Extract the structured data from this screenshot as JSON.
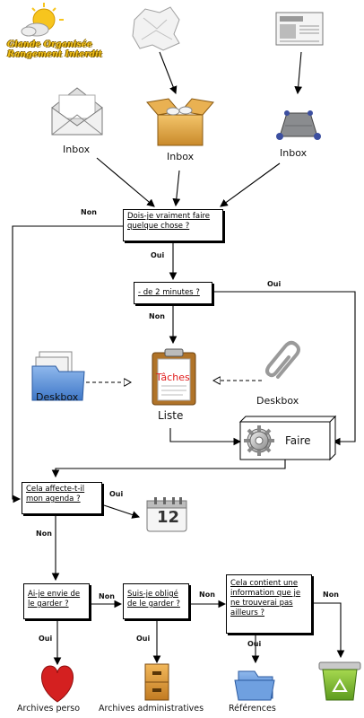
{
  "logo": {
    "line1": "Glande Organisée",
    "line2": "Rangement Interdit"
  },
  "sources": [
    {
      "label": "Inbox",
      "icon": "open-envelope-icon"
    },
    {
      "label": "Inbox",
      "icon": "open-box-icon"
    },
    {
      "label": "Inbox",
      "icon": "inbox-tray-icon"
    }
  ],
  "decisions": {
    "really_do": "Dois-je vraiment faire quelque chose ?",
    "two_minutes": "- de 2 minutes ?",
    "agenda": "Cela affecte-t-il mon agenda ?",
    "keep": "Ai-je envie de le garder ?",
    "must_keep": "Suis-je obligé de le garder ?",
    "info": "Cela contient une information que je ne trouverai pas ailleurs ?"
  },
  "edge_labels": {
    "non_really": "Non",
    "oui_really": "Oui",
    "non_two": "Non",
    "oui_two": "Oui",
    "oui_agenda": "Oui",
    "non_agenda": "Non",
    "non_keep": "Non",
    "non_must": "Non",
    "non_info": "Non",
    "oui_keep": "Oui",
    "oui_must": "Oui",
    "oui_info": "Oui"
  },
  "nodes": {
    "deskbox_left": "Deskbox",
    "deskbox_right": "Deskbox",
    "list_title": "Tâches",
    "list": "Liste",
    "do": "Faire",
    "calendar_day": "12",
    "archives_perso": "Archives perso",
    "archives_admin": "Archives administratives",
    "references": "Références"
  },
  "colors": {
    "box_border": "#000000",
    "arrow": "#000000",
    "logo": "#f2c21a",
    "heart": "#d42020",
    "list_title": "#e01b1b"
  }
}
